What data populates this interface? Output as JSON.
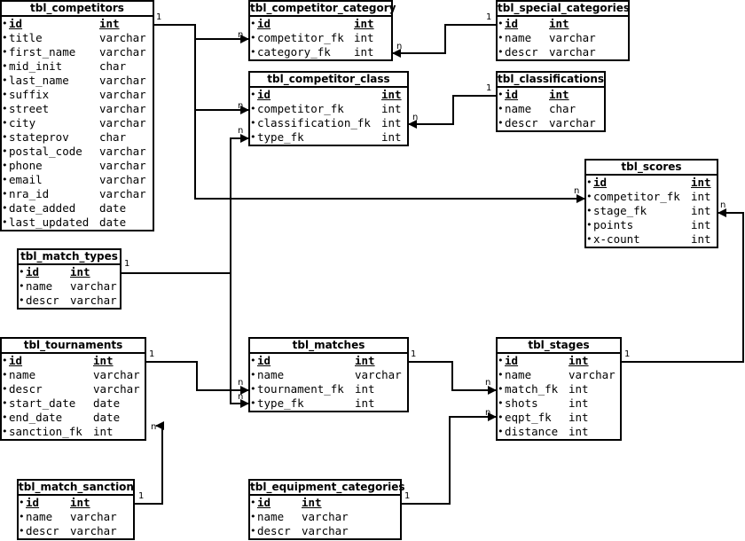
{
  "tables": {
    "competitors": {
      "title": "tbl_competitors",
      "fields": [
        {
          "name": "id",
          "type": "int",
          "pk": true
        },
        {
          "name": "title",
          "type": "varchar"
        },
        {
          "name": "first_name",
          "type": "varchar"
        },
        {
          "name": "mid_init",
          "type": "char"
        },
        {
          "name": "last_name",
          "type": "varchar"
        },
        {
          "name": "suffix",
          "type": "varchar"
        },
        {
          "name": "street",
          "type": "varchar"
        },
        {
          "name": "city",
          "type": "varchar"
        },
        {
          "name": "stateprov",
          "type": "char"
        },
        {
          "name": "postal_code",
          "type": "varchar"
        },
        {
          "name": "phone",
          "type": "varchar"
        },
        {
          "name": "email",
          "type": "varchar"
        },
        {
          "name": "nra_id",
          "type": "varchar"
        },
        {
          "name": "date_added",
          "type": "date"
        },
        {
          "name": "last_updated",
          "type": "date"
        }
      ]
    },
    "competitor_category": {
      "title": "tbl_competitor_category",
      "fields": [
        {
          "name": "id",
          "type": "int",
          "pk": true
        },
        {
          "name": "competitor_fk",
          "type": "int"
        },
        {
          "name": "category_fk",
          "type": "int"
        }
      ]
    },
    "special_categories": {
      "title": "tbl_special_categories",
      "fields": [
        {
          "name": "id",
          "type": "int",
          "pk": true
        },
        {
          "name": "name",
          "type": "varchar"
        },
        {
          "name": "descr",
          "type": "varchar"
        }
      ]
    },
    "competitor_class": {
      "title": "tbl_competitor_class",
      "fields": [
        {
          "name": "id",
          "type": "int",
          "pk": true
        },
        {
          "name": "competitor_fk",
          "type": "int"
        },
        {
          "name": "classification_fk",
          "type": "int"
        },
        {
          "name": "type_fk",
          "type": "int"
        }
      ]
    },
    "classifications": {
      "title": "tbl_classifications",
      "fields": [
        {
          "name": "id",
          "type": "int",
          "pk": true
        },
        {
          "name": "name",
          "type": "char"
        },
        {
          "name": "descr",
          "type": "varchar"
        }
      ]
    },
    "scores": {
      "title": "tbl_scores",
      "fields": [
        {
          "name": "id",
          "type": "int",
          "pk": true
        },
        {
          "name": "competitor_fk",
          "type": "int"
        },
        {
          "name": "stage_fk",
          "type": "int"
        },
        {
          "name": "points",
          "type": "int"
        },
        {
          "name": "x-count",
          "type": "int"
        }
      ]
    },
    "match_types": {
      "title": "tbl_match_types",
      "fields": [
        {
          "name": "id",
          "type": "int",
          "pk": true
        },
        {
          "name": "name",
          "type": "varchar"
        },
        {
          "name": "descr",
          "type": "varchar"
        }
      ]
    },
    "tournaments": {
      "title": "tbl_tournaments",
      "fields": [
        {
          "name": "id",
          "type": "int",
          "pk": true
        },
        {
          "name": "name",
          "type": "varchar"
        },
        {
          "name": "descr",
          "type": "varchar"
        },
        {
          "name": "start_date",
          "type": "date"
        },
        {
          "name": "end_date",
          "type": "date"
        },
        {
          "name": "sanction_fk",
          "type": "int"
        }
      ]
    },
    "matches": {
      "title": "tbl_matches",
      "fields": [
        {
          "name": "id",
          "type": "int",
          "pk": true
        },
        {
          "name": "name",
          "type": "varchar"
        },
        {
          "name": "tournament_fk",
          "type": "int"
        },
        {
          "name": "type_fk",
          "type": "int"
        }
      ]
    },
    "stages": {
      "title": "tbl_stages",
      "fields": [
        {
          "name": "id",
          "type": "int",
          "pk": true
        },
        {
          "name": "name",
          "type": "varchar"
        },
        {
          "name": "match_fk",
          "type": "int"
        },
        {
          "name": "shots",
          "type": "int"
        },
        {
          "name": "eqpt_fk",
          "type": "int"
        },
        {
          "name": "distance",
          "type": "int"
        }
      ]
    },
    "match_sanction": {
      "title": "tbl_match_sanction",
      "fields": [
        {
          "name": "id",
          "type": "int",
          "pk": true
        },
        {
          "name": "name",
          "type": "varchar"
        },
        {
          "name": "descr",
          "type": "varchar"
        }
      ]
    },
    "equipment_categories": {
      "title": "tbl_equipment_categories",
      "fields": [
        {
          "name": "id",
          "type": "int",
          "pk": true
        },
        {
          "name": "name",
          "type": "varchar"
        },
        {
          "name": "descr",
          "type": "varchar"
        }
      ]
    }
  },
  "relationships": [
    {
      "from": "competitors",
      "to": "competitor_category",
      "one": "1",
      "many": "n"
    },
    {
      "from": "special_categories",
      "to": "competitor_category",
      "one": "1",
      "many": "n"
    },
    {
      "from": "competitors",
      "to": "competitor_class",
      "one": "1",
      "many": "n"
    },
    {
      "from": "classifications",
      "to": "competitor_class",
      "one": "1",
      "many": "n"
    },
    {
      "from": "competitors",
      "to": "scores",
      "one": "1",
      "many": "n"
    },
    {
      "from": "match_types",
      "to": "competitor_class",
      "one": "1",
      "many": "n"
    },
    {
      "from": "match_types",
      "to": "matches",
      "one": "1",
      "many": "n"
    },
    {
      "from": "tournaments",
      "to": "matches",
      "one": "1",
      "many": "n"
    },
    {
      "from": "matches",
      "to": "stages",
      "one": "1",
      "many": "n"
    },
    {
      "from": "stages",
      "to": "scores",
      "one": "1",
      "many": "n"
    },
    {
      "from": "match_sanction",
      "to": "tournaments",
      "one": "1",
      "many": "n"
    },
    {
      "from": "equipment_categories",
      "to": "stages",
      "one": "1",
      "many": "n"
    }
  ]
}
